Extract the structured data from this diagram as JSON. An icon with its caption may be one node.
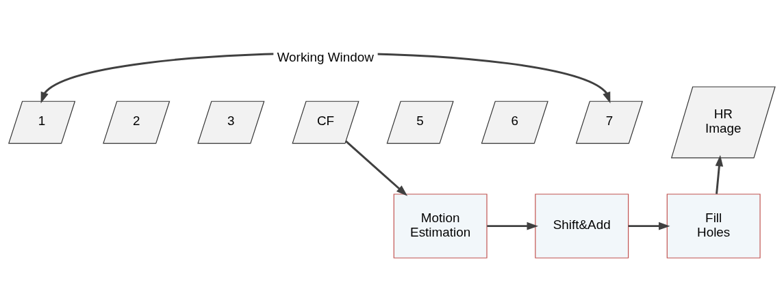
{
  "diagram": {
    "nodes": [
      {
        "text": [
          "1"
        ]
      },
      {
        "text": [
          "2"
        ]
      },
      {
        "text": [
          "3"
        ]
      },
      {
        "text": [
          "CF"
        ]
      },
      {
        "text": [
          "5"
        ]
      },
      {
        "text": [
          "6"
        ]
      },
      {
        "text": [
          "7"
        ]
      },
      {
        "text": [
          "HR Image"
        ]
      },
      {
        "text": [
          "Motion Estimation"
        ]
      },
      {
        "text": [
          "Shift&Add"
        ]
      },
      {
        "text": [
          "Fill Holes"
        ]
      }
    ],
    "edges": [
      {
        "from": 0,
        "to": 6,
        "arrow": "both",
        "label": "Working Window"
      },
      {
        "from": 3,
        "to": 8,
        "arrow": "to"
      },
      {
        "from": 8,
        "to": 9,
        "arrow": "to"
      },
      {
        "from": 9,
        "to": 10,
        "arrow": "to"
      },
      {
        "from": 10,
        "to": 7,
        "arrow": "to"
      }
    ]
  }
}
